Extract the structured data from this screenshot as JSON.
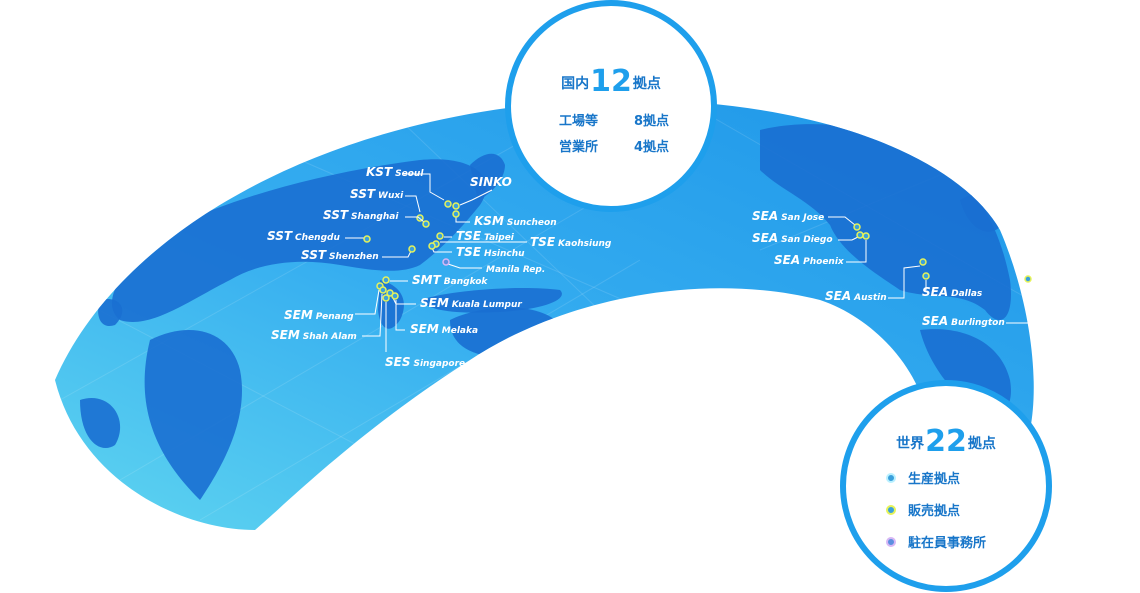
{
  "domestic": {
    "prefix": "国内",
    "count": "12",
    "suffix": "拠点",
    "rows": [
      {
        "label": "工場等",
        "value": "8拠点"
      },
      {
        "label": "営業所",
        "value": "4拠点"
      }
    ]
  },
  "global": {
    "prefix": "世界",
    "count": "22",
    "suffix": "拠点",
    "legend": [
      {
        "label": "生産拠点",
        "color": "#3aa0dc",
        "ring": "#b9f0ff"
      },
      {
        "label": "販売拠点",
        "color": "#3aa0dc",
        "ring": "#e6f35a"
      },
      {
        "label": "駐在員事務所",
        "color": "#5c8fe0",
        "ring": "#d7b7f5"
      }
    ]
  },
  "locations": [
    {
      "code": "KST",
      "name": "Seoul"
    },
    {
      "code": "SINKO",
      "name": ""
    },
    {
      "code": "SST",
      "name": "Wuxi"
    },
    {
      "code": "SST",
      "name": "Shanghai"
    },
    {
      "code": "KSM",
      "name": "Suncheon"
    },
    {
      "code": "SST",
      "name": "Chengdu"
    },
    {
      "code": "TSE",
      "name": "Taipei"
    },
    {
      "code": "TSE",
      "name": "Kaohsiung"
    },
    {
      "code": "SST",
      "name": "Shenzhen"
    },
    {
      "code": "TSE",
      "name": "Hsinchu"
    },
    {
      "code": "",
      "name": "Manila Rep."
    },
    {
      "code": "SMT",
      "name": "Bangkok"
    },
    {
      "code": "SEM",
      "name": "Kuala Lumpur"
    },
    {
      "code": "SEM",
      "name": "Penang"
    },
    {
      "code": "SEM",
      "name": "Melaka"
    },
    {
      "code": "SEM",
      "name": "Shah Alam"
    },
    {
      "code": "SES",
      "name": "Singapore"
    },
    {
      "code": "SEA",
      "name": "San Jose"
    },
    {
      "code": "SEA",
      "name": "San Diego"
    },
    {
      "code": "SEA",
      "name": "Phoenix"
    },
    {
      "code": "SEA",
      "name": "Austin"
    },
    {
      "code": "SEA",
      "name": "Dallas"
    },
    {
      "code": "SEA",
      "name": "Burlington"
    }
  ],
  "colors": {
    "ocean_dark": "#1d95e8",
    "ocean_light": "#5fd5f0",
    "land": "#1a6fd2",
    "accent": "#1e9fec",
    "text": "#1876c9"
  }
}
